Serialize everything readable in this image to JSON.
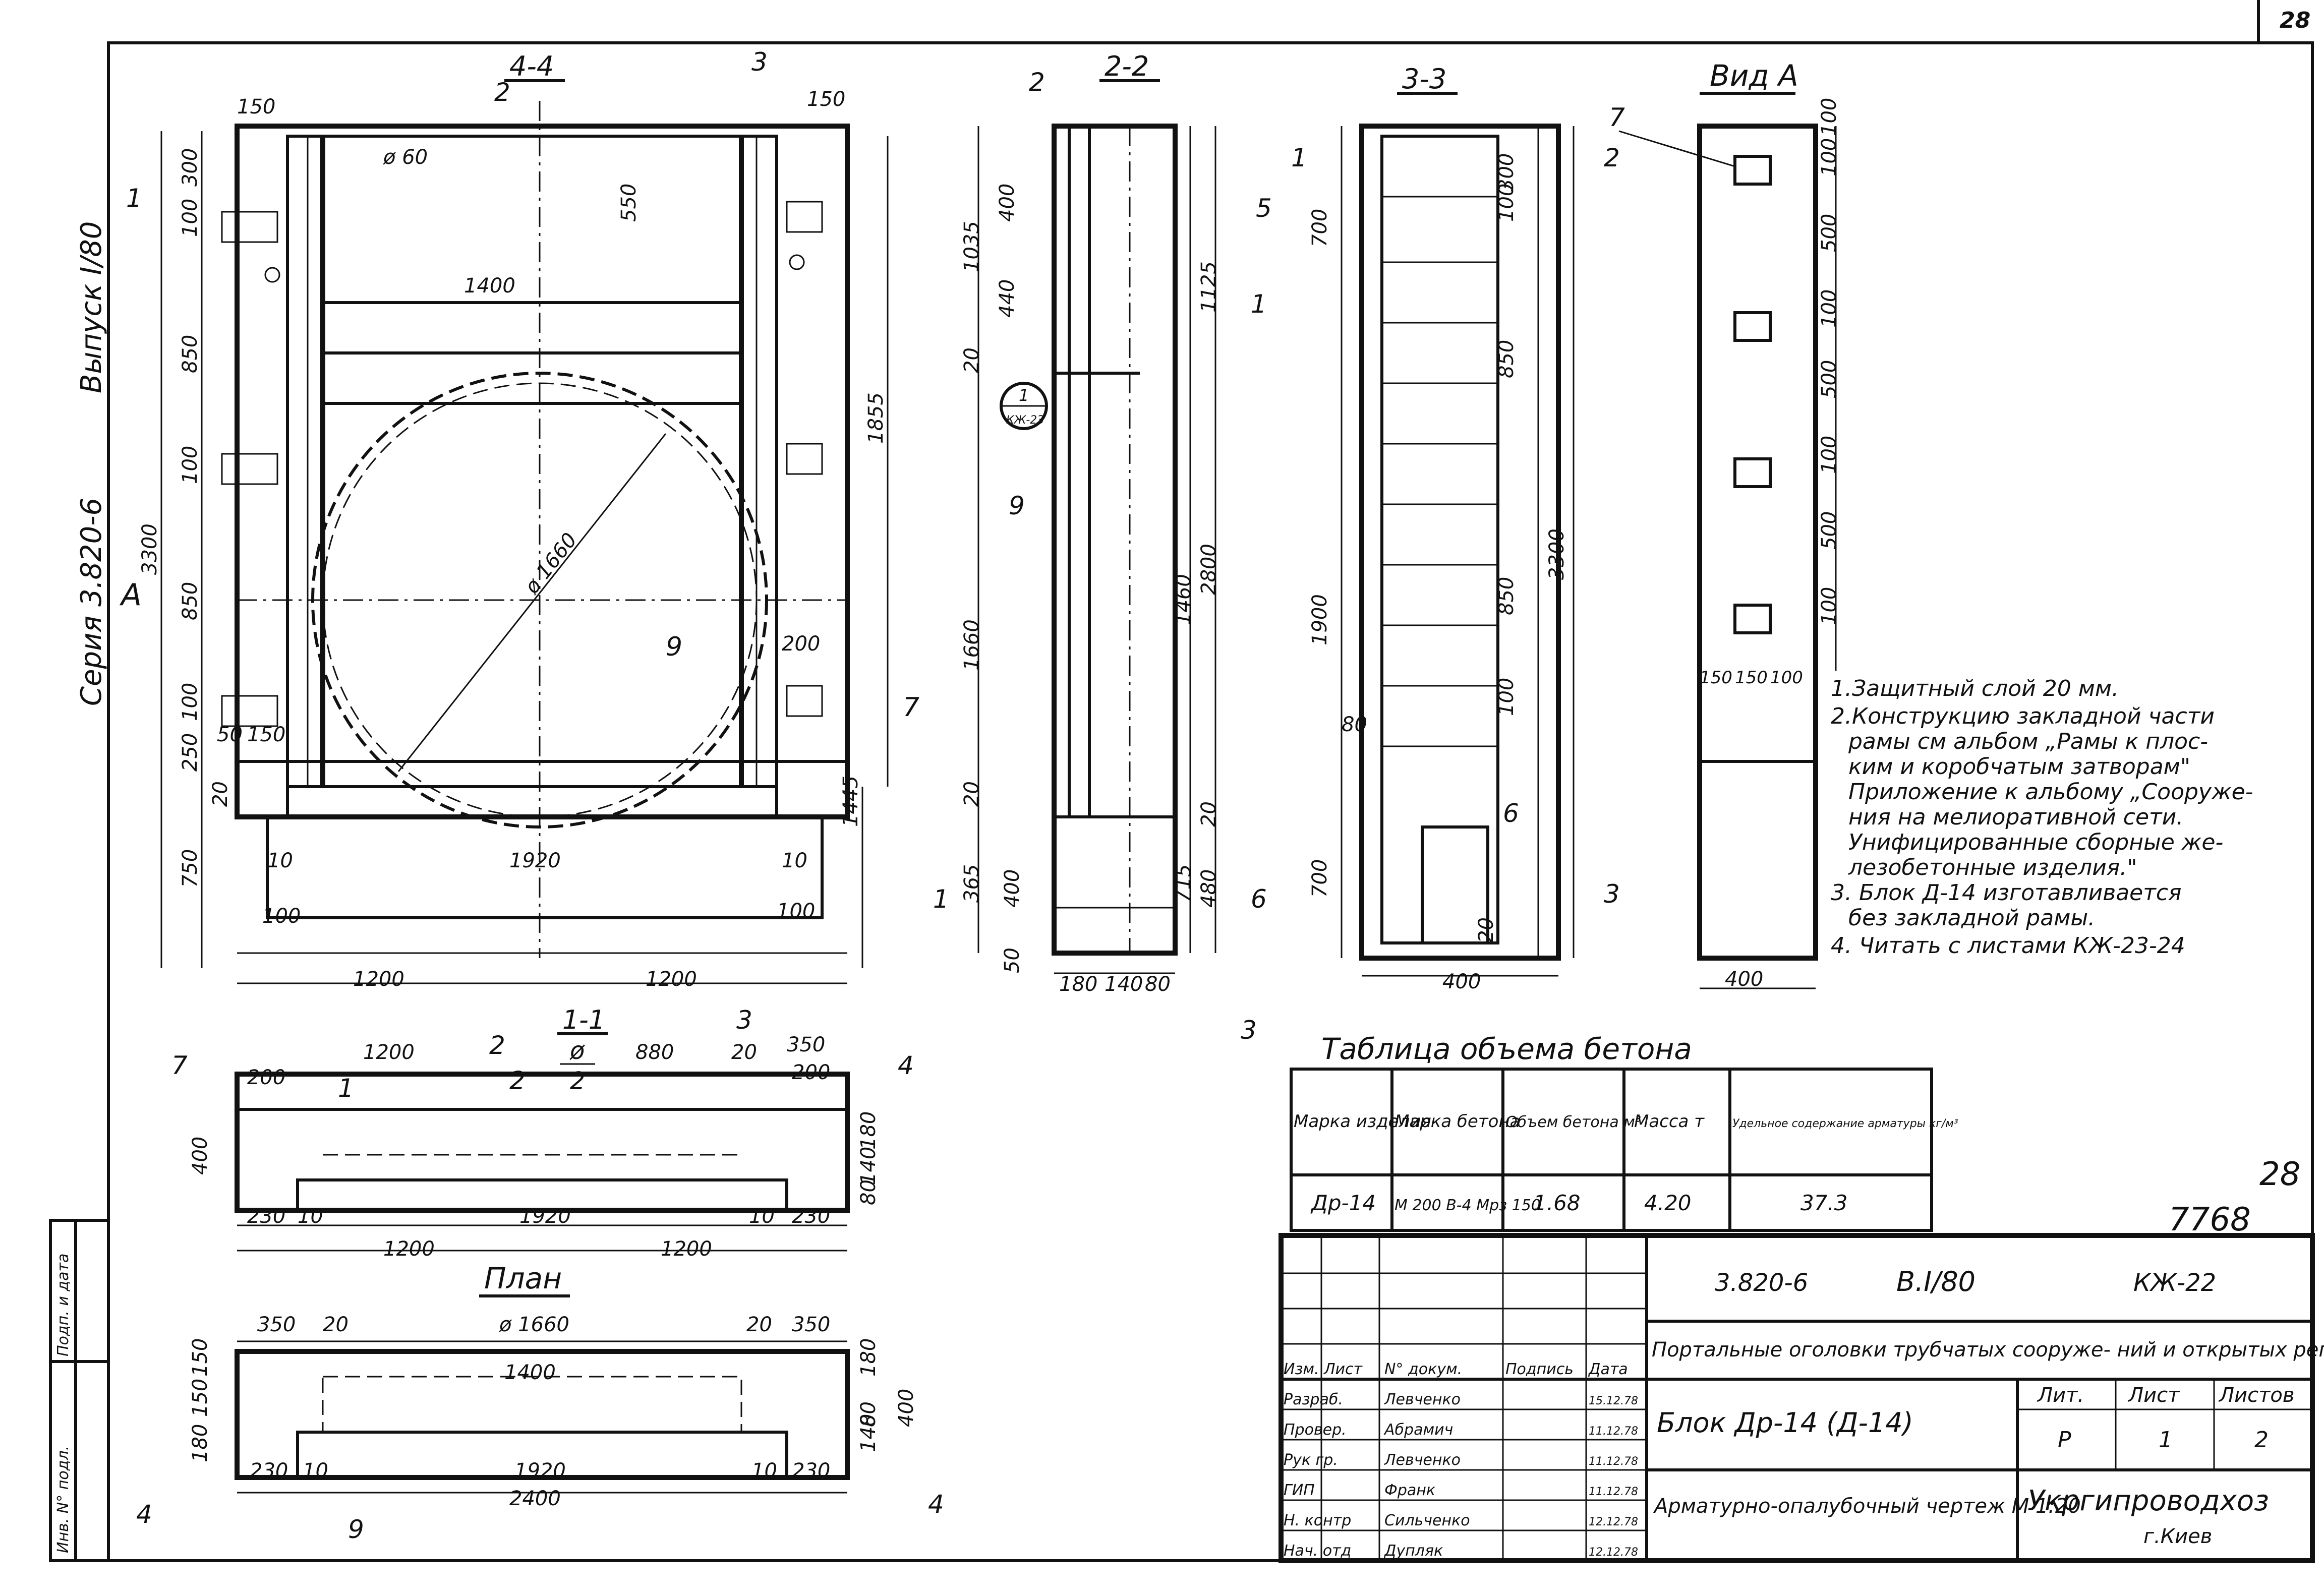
{
  "page_number": "28",
  "side_labels": {
    "series": "Серия 3.820-6",
    "issue": "Выпуск I/80"
  },
  "views": {
    "v44": {
      "title": "4-4",
      "cut2": "2",
      "cut3": "3",
      "cut1": "1",
      "view_a": "А",
      "dims": [
        "150",
        "150",
        "300",
        "100",
        "850",
        "100",
        "850",
        "100",
        "250",
        "750",
        "3300",
        "550",
        "1400",
        "ø 60",
        "ø 1660",
        "9",
        "200",
        "7",
        "1855",
        "1445",
        "50",
        "150",
        "20",
        "10",
        "1920",
        "10",
        "100",
        "100",
        "1200",
        "1200"
      ]
    },
    "v22": {
      "title": "2-2",
      "labels": [
        "2",
        "5",
        "1",
        "9",
        "6",
        "1",
        "3"
      ],
      "callout": {
        "top": "1",
        "bottom": "КЖ-23"
      },
      "dims": [
        "400",
        "1035",
        "440",
        "1125",
        "20",
        "1660",
        "1460",
        "2800",
        "20",
        "365",
        "400",
        "715",
        "480",
        "50",
        "20",
        "180",
        "140",
        "80"
      ]
    },
    "v33": {
      "title": "3-3",
      "labels": [
        "1",
        "2",
        "6",
        "3"
      ],
      "dims": [
        "700",
        "300",
        "100",
        "850",
        "1900",
        "850",
        "3300",
        "100",
        "80",
        "700",
        "20",
        "400"
      ]
    },
    "va": {
      "title": "Вид А",
      "labels": [
        "7"
      ],
      "dims": [
        "100",
        "100",
        "500",
        "100",
        "500",
        "100",
        "500",
        "100",
        "150",
        "150",
        "100",
        "400"
      ]
    },
    "v11": {
      "title": "1-1",
      "scale": "ø",
      "scale2": "2",
      "labels": [
        "7",
        "1",
        "2",
        "2",
        "3",
        "4"
      ],
      "dims": [
        "1200",
        "880",
        "20",
        "350",
        "200",
        "200",
        "400",
        "230",
        "10",
        "1920",
        "10",
        "230",
        "1200",
        "1200",
        "180",
        "140",
        "80"
      ]
    },
    "plan": {
      "title": "План",
      "dims": [
        "350",
        "20",
        "ø 1660",
        "20",
        "350",
        "1400",
        "150",
        "150",
        "180",
        "400",
        "180",
        "80",
        "140",
        "230",
        "10",
        "1920",
        "10",
        "230",
        "2400"
      ],
      "labels": [
        "9",
        "4",
        "4"
      ]
    }
  },
  "notes": [
    "1.Защитный слой 20 мм.",
    "2.Конструкцию закладной части",
    "рамы см альбом „Рамы к плос-",
    "ким и коробчатым затворам\"",
    "Приложение к альбому „Сооруже-",
    "ния на мелиоративной сети.",
    "Унифицированные сборные же-",
    "лезобетонные изделия.\"",
    "3. Блок Д-14 изготавливается",
    "без закладной рамы.",
    "4. Читать с листами КЖ-23-24"
  ],
  "concrete_table": {
    "title": "Таблица объема бетона",
    "headers": [
      "Марка изделия",
      "Марка бетона",
      "Объем бетона м³",
      "Масса т",
      "Удельное содержание арматуры кг/м³"
    ],
    "row": [
      "Др-14",
      "М 200 В-4 Мрз 150",
      "1.68",
      "4.20",
      "37.3"
    ]
  },
  "stamp_numbers": {
    "sheet": "28",
    "archive": "7768"
  },
  "title_block": {
    "code": "3.820-6",
    "issue": "В.I/80",
    "sheet_code": "КЖ-22",
    "project": "Портальные оголовки трубчатых сооруже- ний и открытых регуляторов",
    "object": "Блок Др-14 (Д-14)",
    "drawing": "Арматурно-опалубочный чертеж М 1:20",
    "org": "Укргипроводхоз",
    "city": "г.Киев",
    "cols": [
      "Изм.",
      "Лист",
      "N° докум.",
      "Подпись",
      "Дата"
    ],
    "lit_headers": [
      "Лит.",
      "Лист",
      "Листов"
    ],
    "lit_values": [
      "Р",
      "1",
      "2"
    ],
    "roles": [
      {
        "role": "Разраб.",
        "name": "Левченко",
        "date": "15.12.78"
      },
      {
        "role": "Провер.",
        "name": "Абрамич",
        "date": "11.12.78"
      },
      {
        "role": "Рук гр.",
        "name": "Левченко",
        "date": "11.12.78"
      },
      {
        "role": "ГИП",
        "name": "Франк",
        "date": "11.12.78"
      },
      {
        "role": "Н. контр",
        "name": "Сильченко",
        "date": "12.12.78"
      },
      {
        "role": "Нач. отд",
        "name": "Дупляк",
        "date": "12.12.78"
      }
    ]
  },
  "left_strip": [
    "Инв. N° подл.",
    "Подп. и дата"
  ]
}
